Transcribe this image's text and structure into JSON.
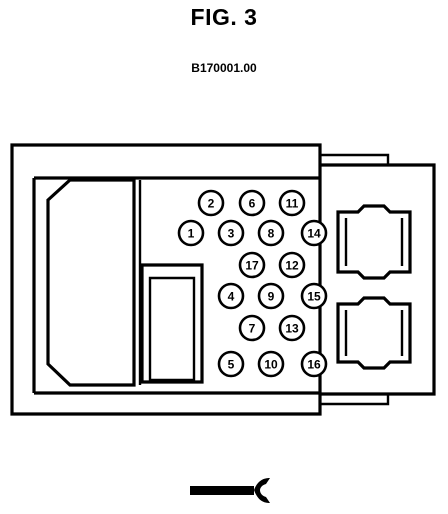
{
  "figure": {
    "title": "FIG. 3",
    "code": "B170001.00"
  },
  "connector": {
    "icon": "terminal-probe-icon",
    "pins": [
      {
        "label": "1",
        "col": 0,
        "row": 1
      },
      {
        "label": "2",
        "col": 1,
        "row": 0
      },
      {
        "label": "3",
        "col": 2,
        "row": 1
      },
      {
        "label": "4",
        "col": 2,
        "row": 3
      },
      {
        "label": "5",
        "col": 2,
        "row": 5
      },
      {
        "label": "6",
        "col": 3,
        "row": 0
      },
      {
        "label": "7",
        "col": 3,
        "row": 4
      },
      {
        "label": "8",
        "col": 4,
        "row": 1
      },
      {
        "label": "9",
        "col": 4,
        "row": 3
      },
      {
        "label": "10",
        "col": 4,
        "row": 5
      },
      {
        "label": "11",
        "col": 5,
        "row": 0
      },
      {
        "label": "12",
        "col": 5,
        "row": 2
      },
      {
        "label": "13",
        "col": 5,
        "row": 4
      },
      {
        "label": "14",
        "col": 6,
        "row": 1
      },
      {
        "label": "15",
        "col": 6,
        "row": 3
      },
      {
        "label": "16",
        "col": 6,
        "row": 5
      },
      {
        "label": "17",
        "col": 3,
        "row": 2
      }
    ]
  }
}
